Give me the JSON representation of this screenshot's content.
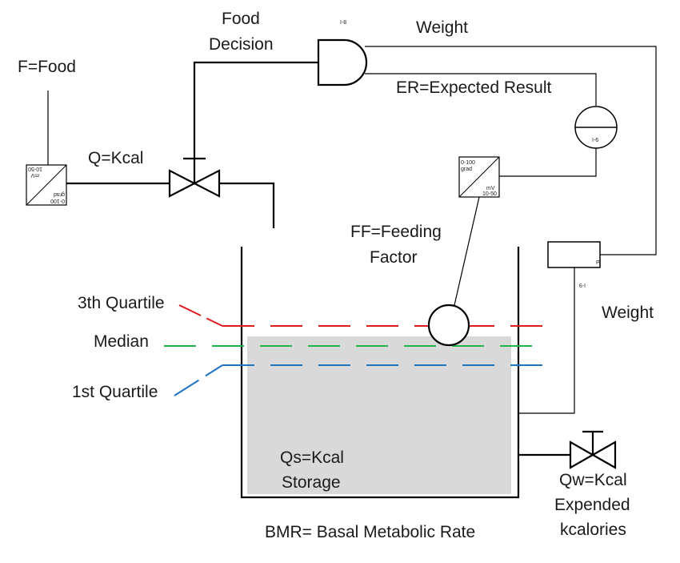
{
  "labels": {
    "food": "F=Food",
    "food_decision_1": "Food",
    "food_decision_2": "Decision",
    "weight_top": "Weight",
    "expected_result": "ER=Expected Result",
    "q_kcal": "Q=Kcal",
    "feeding_factor_1": "FF=Feeding",
    "feeding_factor_2": "Factor",
    "weight_right": "Weight",
    "third_quartile": "3th Quartile",
    "median": "Median",
    "first_quartile": "1st Quartile",
    "storage_1": "Qs=Kcal",
    "storage_2": "Storage",
    "qw_1": "Qw=Kcal",
    "qw_2": "Expended",
    "qw_3": "kcalories",
    "bmr": "BMR= Basal Metabolic Rate"
  },
  "tags": {
    "and_gate": "I-8",
    "indicator": "I-6",
    "weight_sensor": "I-9",
    "weight_sensor_p": "P"
  },
  "transmitter_right": {
    "range": "0-100",
    "unit": "grad",
    "out_unit": "mV",
    "out_range": "10-50"
  },
  "transmitter_left": {
    "range": "0-100",
    "unit": "grad",
    "out_unit": "mV",
    "out_range": "10-50"
  },
  "colors": {
    "third_quartile": "#e0191f",
    "median": "#21b24a",
    "first_quartile": "#1f72c4",
    "storage_fill": "#d9d9d9",
    "line": "#000000"
  }
}
